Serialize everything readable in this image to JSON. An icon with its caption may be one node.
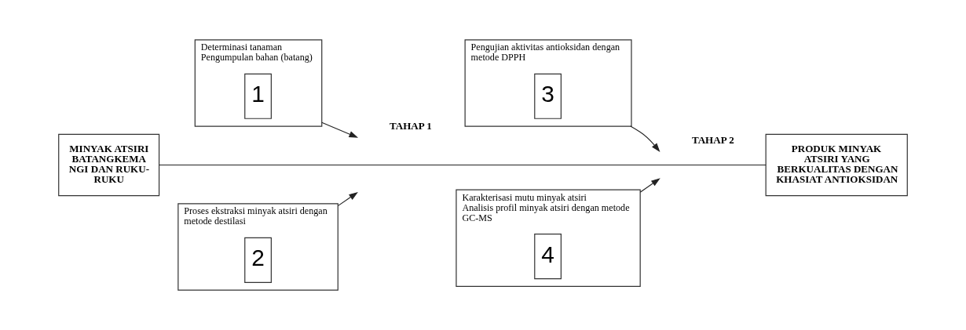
{
  "diagram": {
    "nodes": [
      {
        "text": [
          "MINYAK ATSIRI BATANGKEMA NGI DAN RUKU- RUKU"
        ]
      },
      {
        "text": [
          "Determinasi tanaman",
          "Pengumpulan bahan (batang)"
        ]
      },
      {
        "text": [
          "1"
        ],
        "in": 1
      },
      {
        "text": [
          "Proses ekstraksi minyak atsiri dengan metode destilasi"
        ]
      },
      {
        "text": [
          "2"
        ],
        "in": 3
      },
      {
        "text": [
          "Pengujian aktivitas antioksidan dengan metode DPPH"
        ]
      },
      {
        "text": [
          "3"
        ],
        "in": 5
      },
      {
        "text": [
          "Karakterisasi mutu minyak atsiri",
          "Analisis profil minyak atsiri dengan metode GC-MS"
        ]
      },
      {
        "text": [
          "4"
        ],
        "in": 7
      },
      {
        "text": [
          "PRODUK MINYAK ATSIRI YANG BERKUALITAS DENGAN KHASIAT ANTIOKSIDAN"
        ]
      }
    ],
    "edges": [
      {
        "from": 0,
        "to": 9,
        "arrow": "none"
      },
      {
        "from": 1,
        "to": null,
        "arrow": "to"
      },
      {
        "from": 3,
        "to": null,
        "arrow": "to"
      },
      {
        "from": 5,
        "to": null,
        "arrow": "to"
      },
      {
        "from": 7,
        "to": null,
        "arrow": "to"
      }
    ],
    "labels": [
      "TAHAP 1",
      "TAHAP 2"
    ]
  }
}
